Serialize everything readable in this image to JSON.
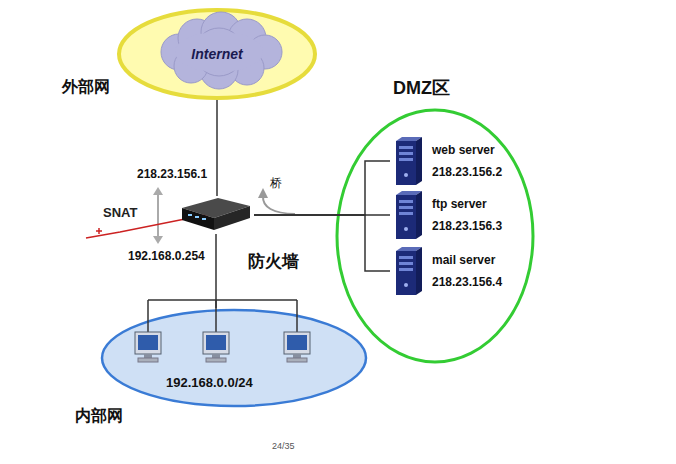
{
  "diagram": {
    "nodes": [
      {
        "text": [
          "外部网",
          "Internet"
        ]
      },
      {
        "text": [
          "防火墙"
        ]
      },
      {
        "text": [
          "DMZ区"
        ]
      },
      {
        "text": [
          "web server",
          "218.23.156.2"
        ],
        "in": 2
      },
      {
        "text": [
          "ftp server",
          "218.23.156.3"
        ],
        "in": 2
      },
      {
        "text": [
          "mail server",
          "218.23.156.4"
        ],
        "in": 2
      },
      {
        "text": [
          "192.168.0.0/24",
          "内部网"
        ]
      }
    ],
    "edges": [
      {
        "from": 0,
        "to": 1,
        "arrow": "none"
      },
      {
        "from": 1,
        "to": 3,
        "arrow": "none"
      },
      {
        "from": 1,
        "to": 4,
        "arrow": "none"
      },
      {
        "from": 1,
        "to": 5,
        "arrow": "none"
      },
      {
        "from": 1,
        "to": 6,
        "arrow": "none"
      }
    ],
    "labels": [
      "218.23.156.1",
      "SNAT",
      "192.168.0.254",
      "桥",
      "24/35"
    ]
  }
}
